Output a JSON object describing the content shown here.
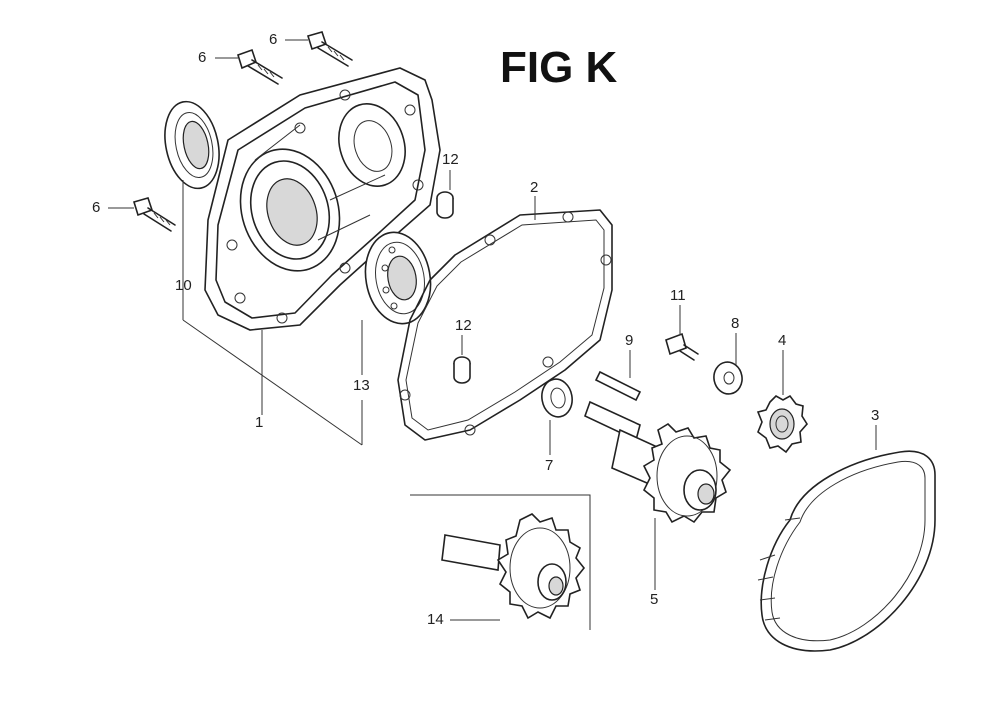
{
  "figure": {
    "title": "FIG K"
  },
  "callouts": [
    {
      "id": "c1",
      "label": "1"
    },
    {
      "id": "c2",
      "label": "2"
    },
    {
      "id": "c3",
      "label": "3"
    },
    {
      "id": "c4",
      "label": "4"
    },
    {
      "id": "c5",
      "label": "5"
    },
    {
      "id": "c6a",
      "label": "6"
    },
    {
      "id": "c6b",
      "label": "6"
    },
    {
      "id": "c6c",
      "label": "6"
    },
    {
      "id": "c7",
      "label": "7"
    },
    {
      "id": "c8",
      "label": "8"
    },
    {
      "id": "c9",
      "label": "9"
    },
    {
      "id": "c10",
      "label": "10"
    },
    {
      "id": "c11",
      "label": "11"
    },
    {
      "id": "c12a",
      "label": "12"
    },
    {
      "id": "c12b",
      "label": "12"
    },
    {
      "id": "c13",
      "label": "13"
    },
    {
      "id": "c14",
      "label": "14"
    }
  ]
}
